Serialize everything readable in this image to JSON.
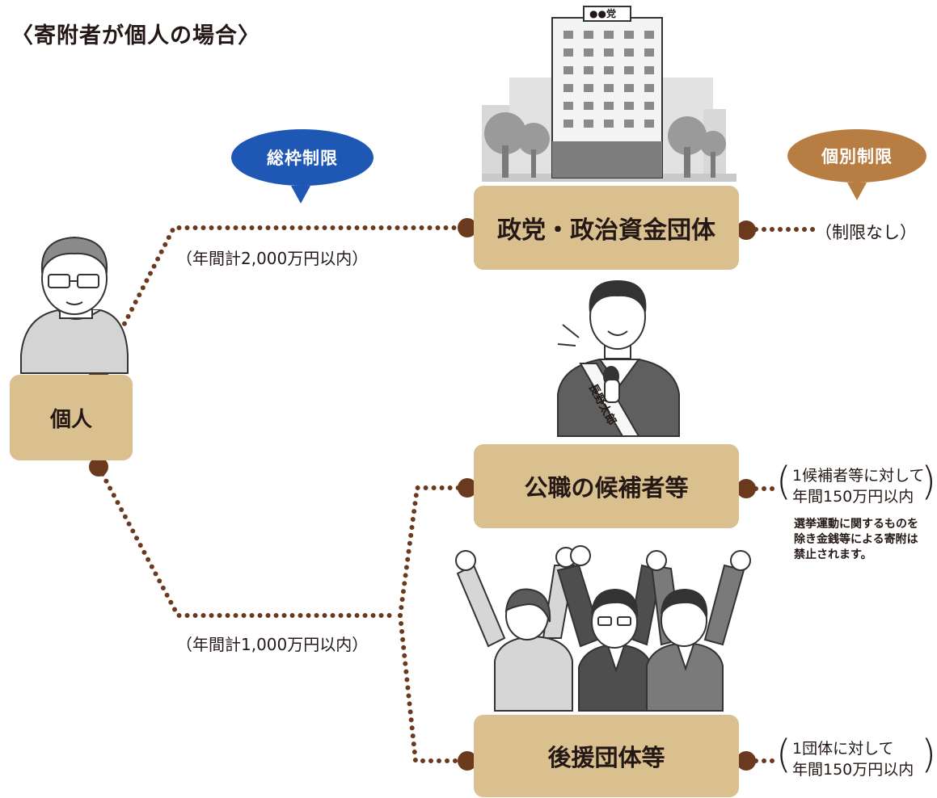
{
  "title": "〈寄附者が個人の場合〉",
  "bubbles": {
    "total_limit": "総枠制限",
    "individual_limit": "個別制限"
  },
  "building_sign": "●●党",
  "nodes": {
    "individual": "個人",
    "party": "政党・政治資金団体",
    "candidate": "公職の候補者等",
    "support_group": "後援団体等"
  },
  "limits": {
    "total_party": "（年間計2,000万円以内）",
    "total_others": "（年間計1,000万円以内）",
    "party_individual": "（制限なし）",
    "candidate_line1": "1候補者等に対して",
    "candidate_line2": "年間150万円以内",
    "candidate_note_line1": "選挙運動に関するものを",
    "candidate_note_line2": "除き金銭等による寄附は",
    "candidate_note_line3": "禁止されます。",
    "support_line1": "1団体に対して",
    "support_line2": "年間150万円以内"
  },
  "sash_text": "長野太郎",
  "colors": {
    "box_fill": "#d9c08e",
    "connector_dot": "#6b3a1e",
    "total_bubble": "#1f57b5",
    "individual_bubble": "#b87d43"
  }
}
